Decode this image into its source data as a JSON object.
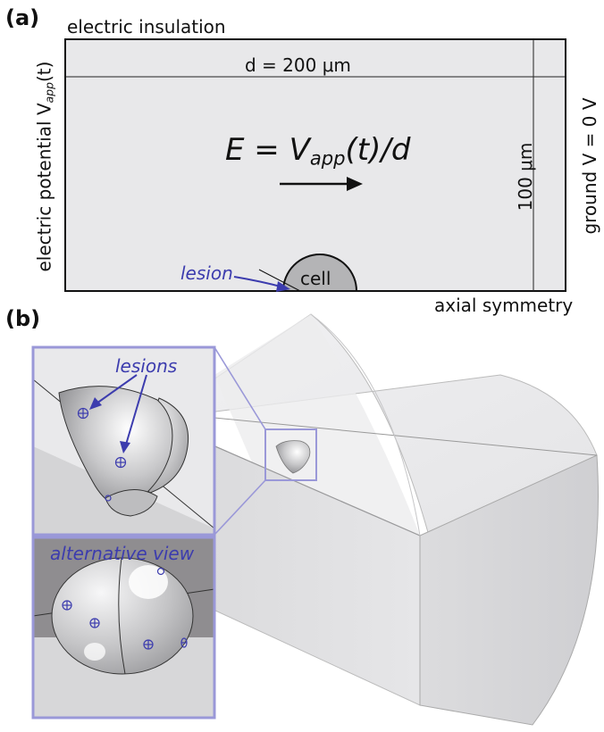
{
  "panel_a": {
    "letter": "(a)",
    "top_boundary": "electric insulation",
    "distance_label": "d = 200 μm",
    "equation": "E = V",
    "equation_sub": "app",
    "equation_tail": "(t)/d",
    "left_boundary_prefix": "electric potential V",
    "left_boundary_sub": "app",
    "left_boundary_tail": "(t)",
    "right_boundary": "ground V = 0 V",
    "height_label": "100 μm",
    "cell_label": "cell",
    "lesion_label": "lesion",
    "bottom_boundary": "axial symmetry"
  },
  "panel_b": {
    "letter": "(b)",
    "lesions_label": "lesions",
    "alt_view_label": "alternative view"
  },
  "colors": {
    "domain_fill": "#e8e8ea",
    "annotation_blue": "#3c3cae",
    "inset_border": "#9a98d8"
  }
}
